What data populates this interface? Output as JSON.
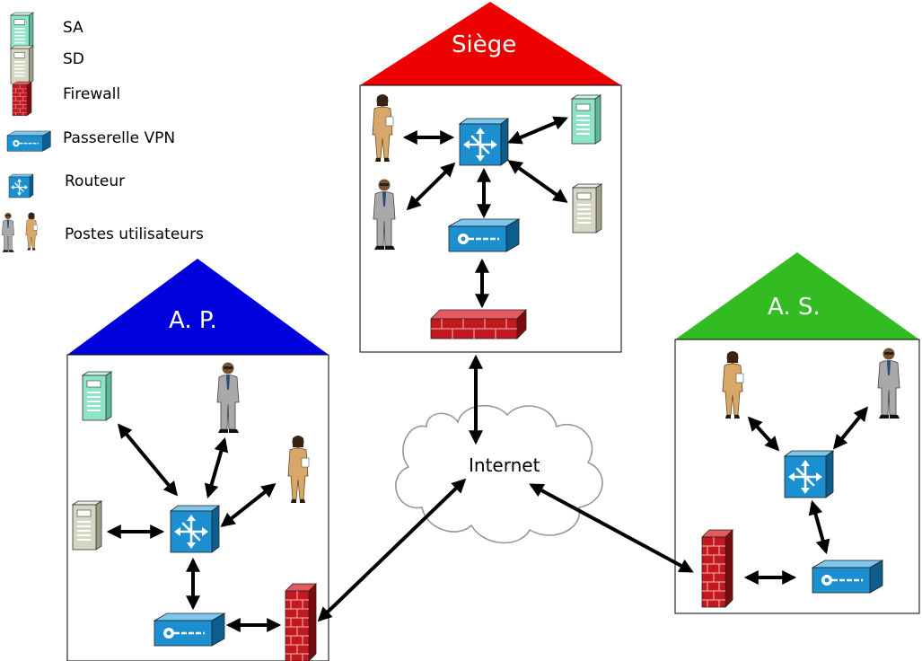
{
  "legend": {
    "items": [
      {
        "icon": "sa-server-icon",
        "label": "SA"
      },
      {
        "icon": "sd-server-icon",
        "label": "SD"
      },
      {
        "icon": "firewall-icon",
        "label": "Firewall"
      },
      {
        "icon": "vpn-gateway-icon",
        "label": "Passerelle VPN"
      },
      {
        "icon": "router-icon",
        "label": "Routeur"
      },
      {
        "icon": "user-workstation-icon",
        "label": "Postes utilisateurs"
      }
    ]
  },
  "sites": {
    "siege": {
      "label": "Siège",
      "roof_color": "#ee0000"
    },
    "ap": {
      "label": "A. P.",
      "roof_color": "#0000dd"
    },
    "as": {
      "label": "A. S.",
      "roof_color": "#33bb22"
    }
  },
  "network": {
    "label": "Internet"
  },
  "colors": {
    "sa_server": "#8fe3c8",
    "sd_server": "#d6d6c4",
    "router": "#1b8fd0",
    "vpn": "#1b8fd0",
    "firewall": "#c4181f",
    "cloud_stroke": "#8e9aa6"
  }
}
